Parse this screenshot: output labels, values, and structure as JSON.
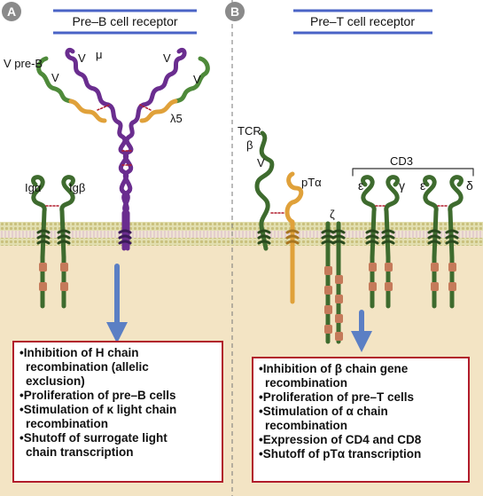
{
  "panels": [
    {
      "badge": "A",
      "title": "Pre–B cell receptor"
    },
    {
      "badge": "B",
      "title": "Pre–T cell receptor"
    }
  ],
  "labels_a": {
    "v_pre_b": "V pre-B",
    "v": "V",
    "mu": "μ",
    "lambda5": "λ5",
    "ig_alpha": "Igα",
    "ig_beta": "Igβ"
  },
  "labels_b": {
    "tcr": "TCR",
    "beta": "β",
    "v": "V",
    "pt_alpha": "pTα",
    "zeta": "ζ",
    "cd3": "CD3",
    "epsilon": "ε",
    "gamma": "γ",
    "delta": "δ"
  },
  "box_a": [
    "•Inhibition of H chain",
    "recombination (allelic",
    "exclusion)",
    "•Proliferation of pre–B cells",
    "•Stimulation of κ light chain",
    "recombination",
    "•Shutoff of surrogate light",
    "chain transcription"
  ],
  "box_b": [
    "•Inhibition of β chain gene",
    "recombination",
    "•Proliferation of pre–T cells",
    "•Stimulation of α chain",
    "recombination",
    "•Expression of CD4 and CD8",
    "•Shutoff of pTα transcription"
  ],
  "colors": {
    "purple": "#6a2d8f",
    "green": "#3e6b2e",
    "orange": "#e0a13a",
    "arrow": "#5b7fc4",
    "box_border": "#b11c2b",
    "cytoplasm": "#f3e4c4",
    "membrane_top": "#dcd8a6"
  }
}
